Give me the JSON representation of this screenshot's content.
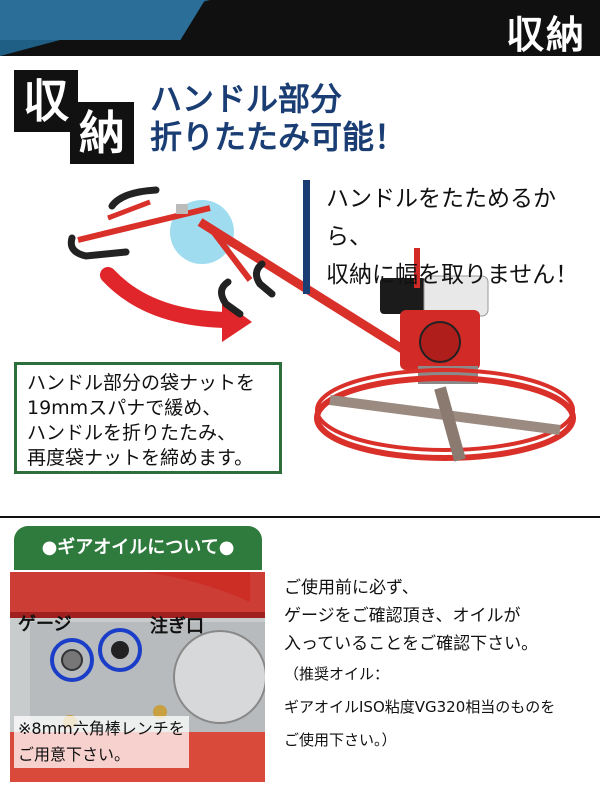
{
  "header": {
    "title": "収納"
  },
  "stamp": {
    "char1": "収",
    "char2": "納"
  },
  "headline": {
    "line1": "ハンドル部分",
    "line2": "折りたたみ可能！"
  },
  "caption_right": {
    "line1": "ハンドルをたためるから、",
    "line2": "収納に幅を取りません！"
  },
  "caption_left": {
    "line1": "ハンドル部分の袋ナットを",
    "line2": "19mmスパナで緩め、",
    "line3": "ハンドルを折りたたみ、",
    "line4": "再度袋ナットを締めます。"
  },
  "gear_oil": {
    "tag": "●ギアオイルについて●",
    "gauge_label": "ゲージ",
    "inlet_label": "注ぎ口",
    "note_line1": "※8mm六角棒レンチを",
    "note_line2": "ご用意下さい。",
    "desc_line1": "ご使用前に必ず、",
    "desc_line2": "ゲージをご確認頂き、オイルが",
    "desc_line3": "入っていることをご確認下さい。",
    "desc_line4": "（推奨オイル：",
    "desc_line5": "ギアオイルISO粘度VG320相当のものを",
    "desc_line6": "ご使用下さい。）"
  },
  "colors": {
    "accent_blue": "#1a3e74",
    "accent_green": "#2f7a3d",
    "machine_red": "#d9302a"
  }
}
